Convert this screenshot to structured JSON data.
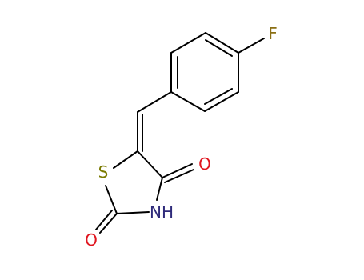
{
  "atoms": {
    "fluorine": {
      "label": "F",
      "color": "#8b6f14"
    },
    "sulfur": {
      "label": "S",
      "color": "#7a7a00"
    },
    "nitrogen_h": {
      "label": "NH",
      "color": "#2e2a7a"
    },
    "oxygen_top": {
      "label": "O",
      "color": "#e0141e"
    },
    "oxygen_bottom": {
      "label": "O",
      "color": "#e0141e"
    }
  },
  "colors": {
    "bond": "#000000",
    "background": "#ffffff"
  }
}
